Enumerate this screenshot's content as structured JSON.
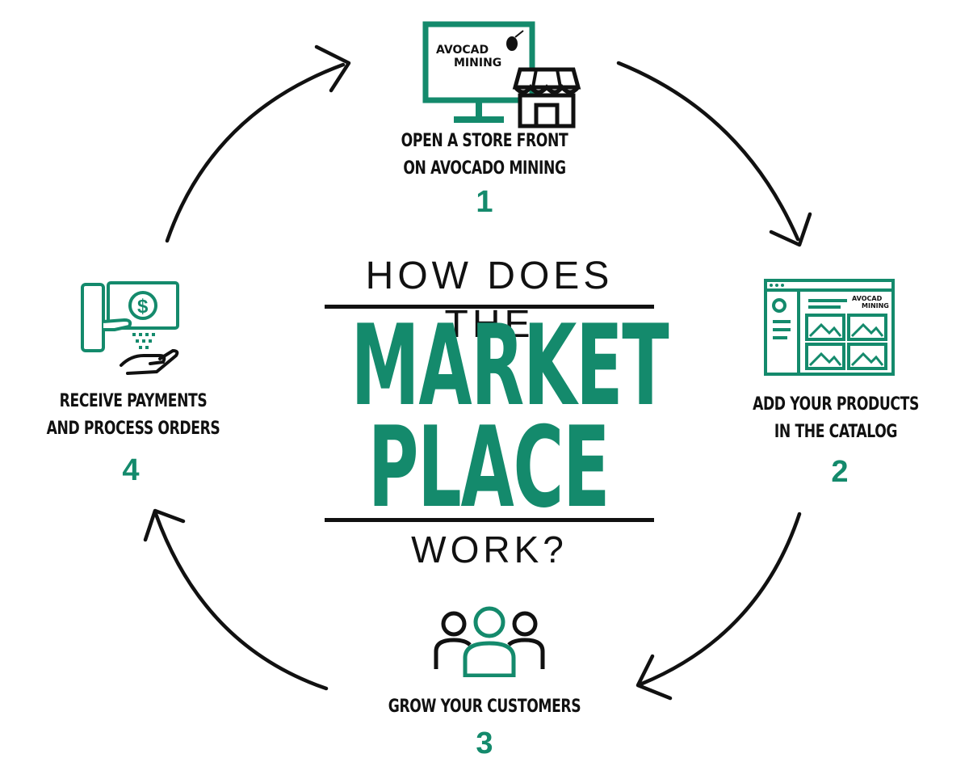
{
  "colors": {
    "accent": "#148a6c",
    "ink": "#111111",
    "background": "#ffffff"
  },
  "heading": {
    "line_top": "HOW DOES THE",
    "line_market": "MARKET",
    "line_place": "PLACE",
    "line_bottom": "WORK?"
  },
  "brand": {
    "line1": "AVOCAD",
    "line2": "MINING"
  },
  "steps": [
    {
      "number": "1",
      "line1": "OPEN A STORE FRONT",
      "line2": "ON AVOCADO MINING",
      "icon": "monitor-storefront-icon"
    },
    {
      "number": "2",
      "line1": "ADD YOUR PRODUCTS",
      "line2": "IN THE CATALOG",
      "icon": "catalog-webpage-icon"
    },
    {
      "number": "3",
      "line1": "GROW YOUR CUSTOMERS",
      "line2": "",
      "icon": "customers-group-icon"
    },
    {
      "number": "4",
      "line1": "RECEIVE PAYMENTS",
      "line2": "AND PROCESS ORDERS",
      "icon": "payment-hand-icon"
    }
  ],
  "payment_symbol": "$"
}
